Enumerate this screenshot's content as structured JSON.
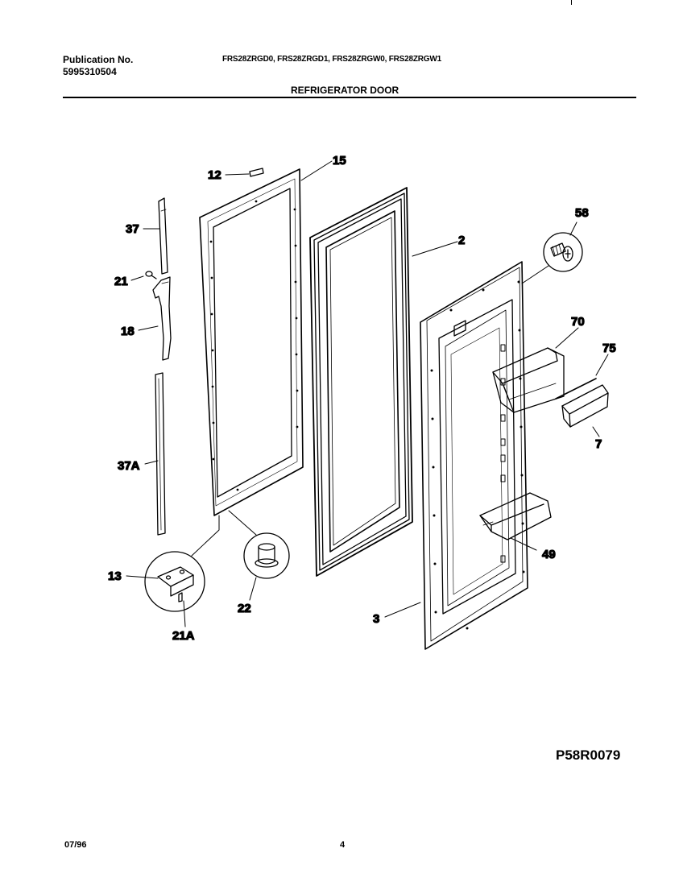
{
  "header": {
    "publication_label": "Publication No.",
    "publication_number": "5995310504",
    "models": "FRS28ZRGD0, FRS28ZRGD1, FRS28ZRGW0, FRS28ZRGW1",
    "section_title": "REFRIGERATOR DOOR"
  },
  "diagram": {
    "part_labels": {
      "p12": "12",
      "p15": "15",
      "p37": "37",
      "p21": "21",
      "p18": "18",
      "p37a": "37A",
      "p13": "13",
      "p21a": "21A",
      "p22": "22",
      "p2": "2",
      "p58": "58",
      "p70": "70",
      "p75": "75",
      "p7": "7",
      "p49": "49",
      "p3": "3"
    },
    "drawing_code": "P58R0079"
  },
  "footer": {
    "date": "07/96",
    "page_number": "4"
  }
}
